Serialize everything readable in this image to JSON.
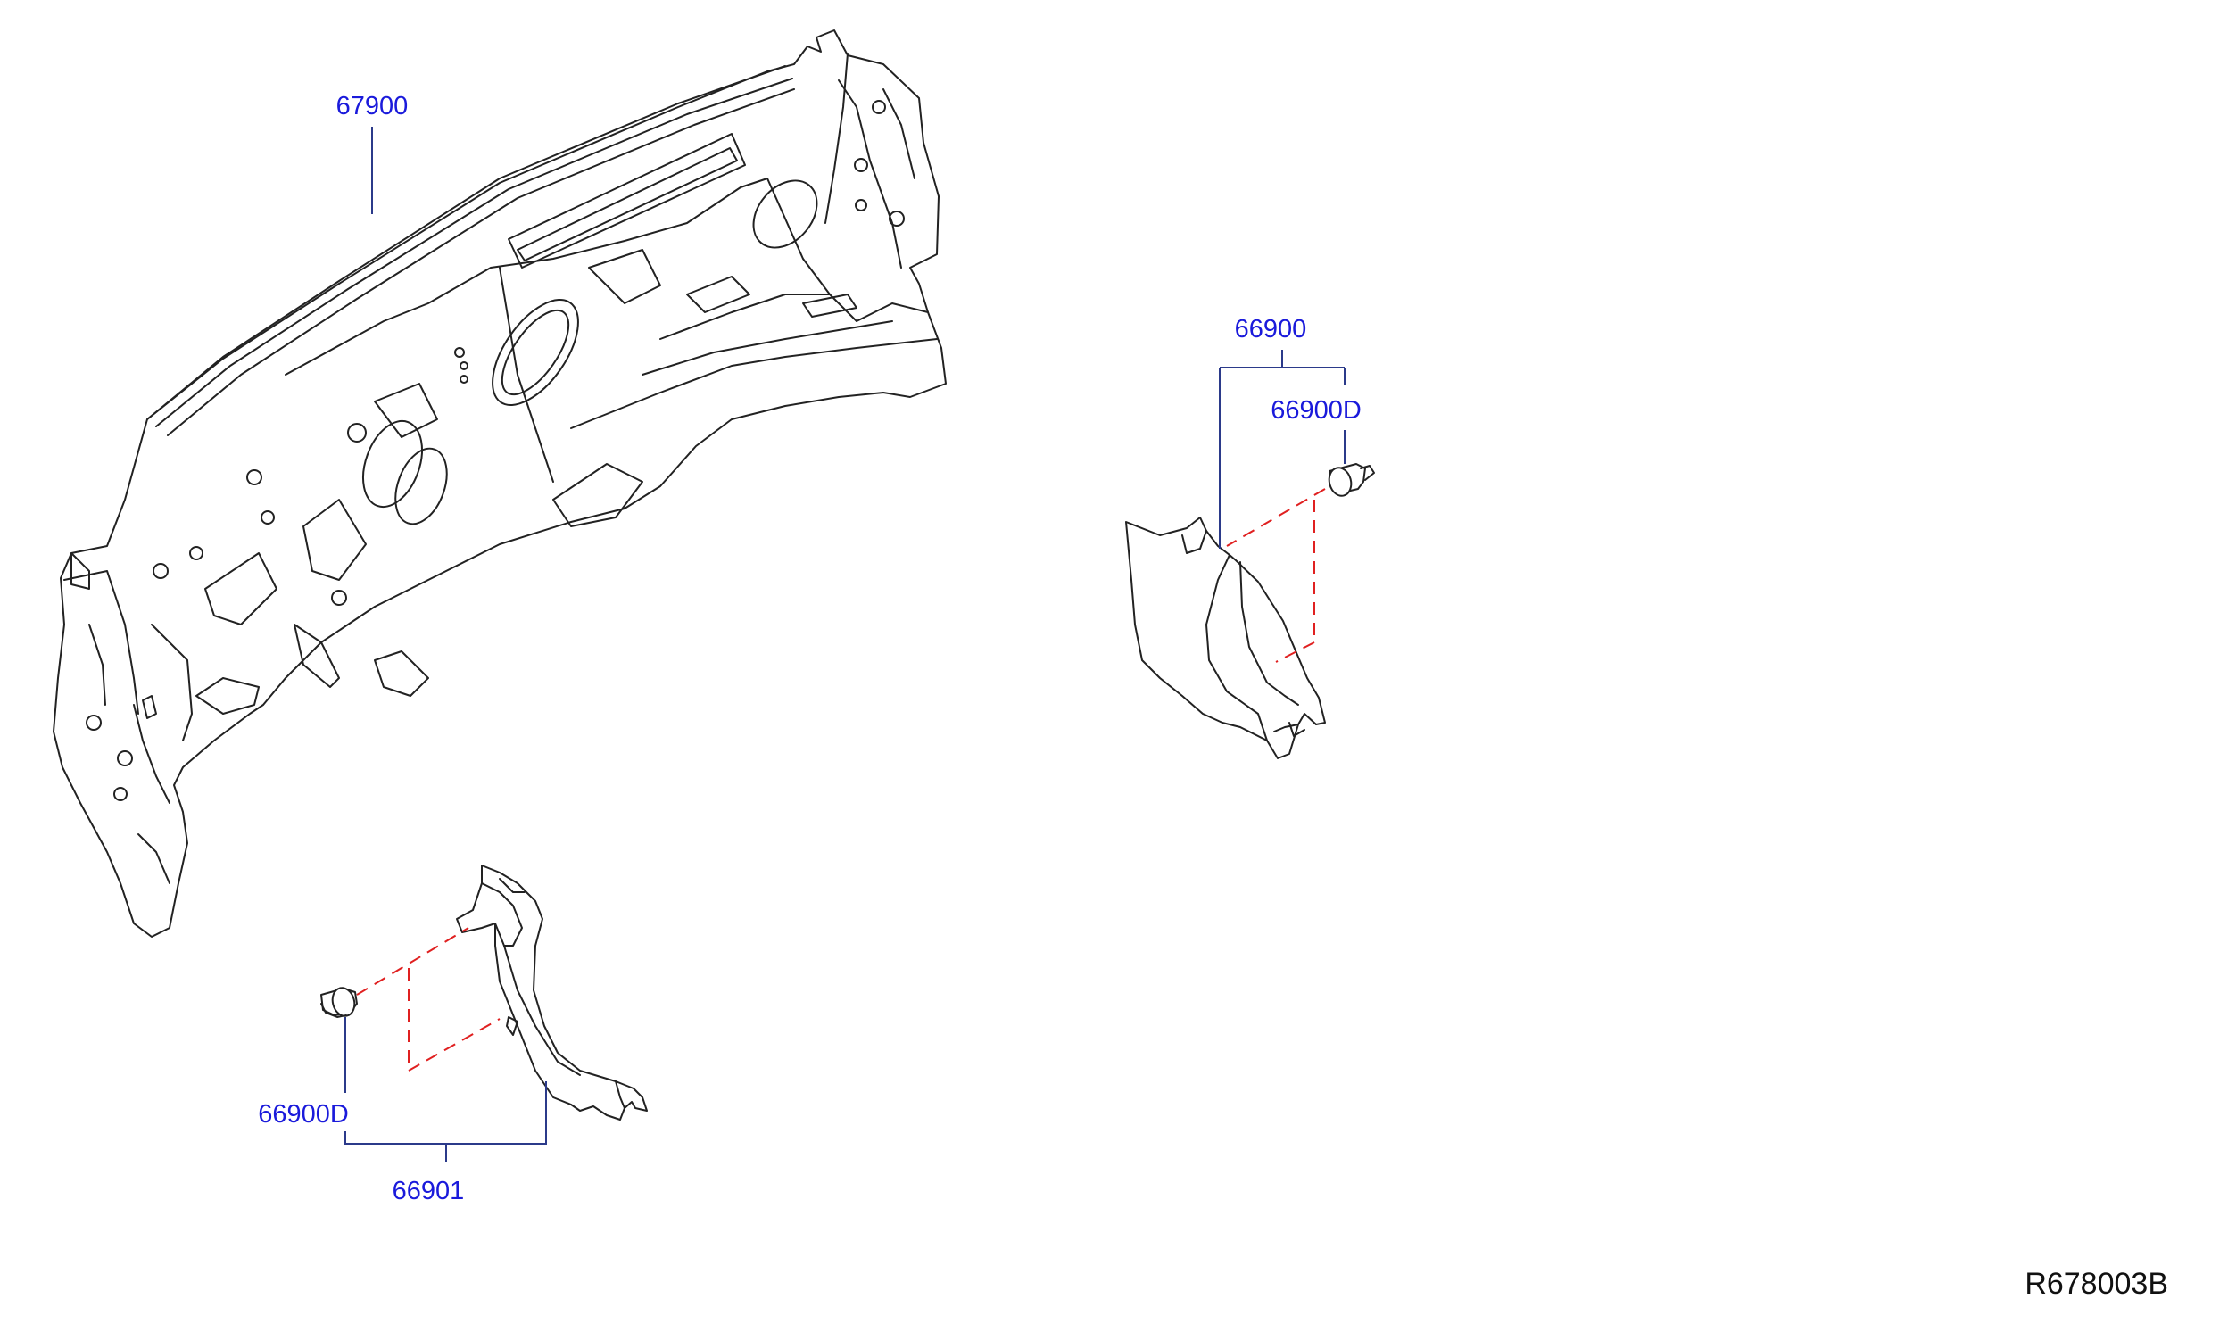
{
  "labels": {
    "dash_insulator": "67900",
    "kick_plate_rh": "66900",
    "clip_upper": "66900D",
    "clip_lower": "66900D",
    "kick_plate_lh": "66901"
  },
  "reference_code": "R678003B",
  "colors": {
    "label": "#1a1adb",
    "leader": "#2b3a8a",
    "dashed_guide": "#e02020",
    "outline": "#222222"
  }
}
